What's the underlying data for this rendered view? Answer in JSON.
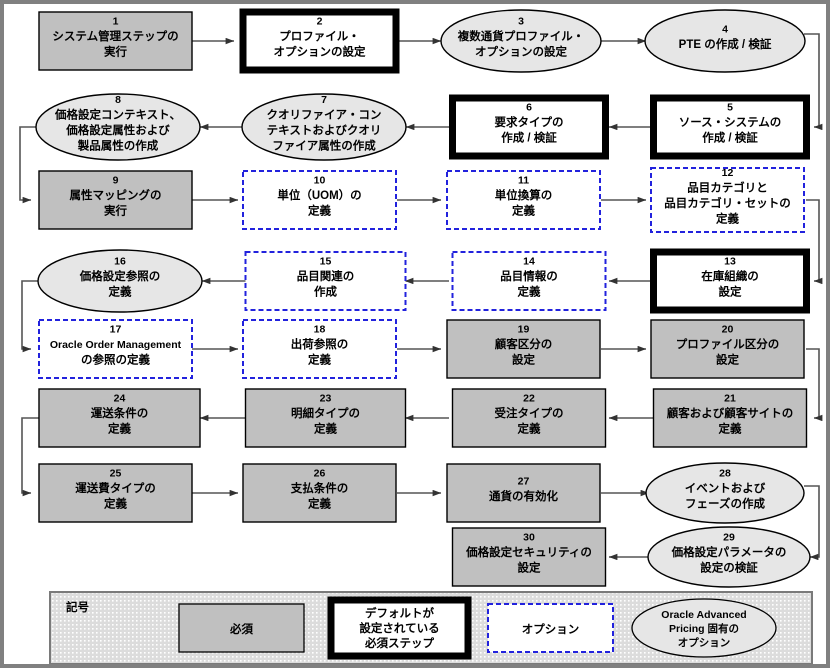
{
  "diagram": {
    "title_note": "Oracle Advanced Pricing setup steps flowchart",
    "nodes": [
      {
        "id": 1,
        "num": "1",
        "lines": [
          "システム管理ステップの",
          "実行"
        ],
        "shape": "rect",
        "style": "required"
      },
      {
        "id": 2,
        "num": "2",
        "lines": [
          "プロファイル・",
          "オプションの設定"
        ],
        "shape": "rect",
        "style": "default-required"
      },
      {
        "id": 3,
        "num": "3",
        "lines": [
          "複数通貨プロファイル・",
          "オプションの設定"
        ],
        "shape": "ellipse",
        "style": "pricing-option"
      },
      {
        "id": 4,
        "num": "4",
        "lines": [
          "PTE の作成 / 検証"
        ],
        "shape": "ellipse",
        "style": "pricing-option"
      },
      {
        "id": 5,
        "num": "5",
        "lines": [
          "ソース・システムの",
          "作成 / 検証"
        ],
        "shape": "rect",
        "style": "default-required"
      },
      {
        "id": 6,
        "num": "6",
        "lines": [
          "要求タイプの",
          "作成 / 検証"
        ],
        "shape": "rect",
        "style": "default-required"
      },
      {
        "id": 7,
        "num": "7",
        "lines": [
          "クオリファイア・コン",
          "テキストおよびクオリ",
          "ファイア属性の作成"
        ],
        "shape": "ellipse",
        "style": "pricing-option"
      },
      {
        "id": 8,
        "num": "8",
        "lines": [
          "価格設定コンテキスト、",
          "価格設定属性および",
          "製品属性の作成"
        ],
        "shape": "ellipse",
        "style": "pricing-option"
      },
      {
        "id": 9,
        "num": "9",
        "lines": [
          "属性マッピングの",
          "実行"
        ],
        "shape": "rect",
        "style": "required"
      },
      {
        "id": 10,
        "num": "10",
        "lines": [
          "単位（UOM）の",
          "定義"
        ],
        "shape": "rect",
        "style": "option"
      },
      {
        "id": 11,
        "num": "11",
        "lines": [
          "単位換算の",
          "定義"
        ],
        "shape": "rect",
        "style": "option"
      },
      {
        "id": 12,
        "num": "12",
        "lines": [
          "品目カテゴリと",
          "品目カテゴリ・セットの",
          "定義"
        ],
        "shape": "rect",
        "style": "option"
      },
      {
        "id": 13,
        "num": "13",
        "lines": [
          "在庫組織の",
          "設定"
        ],
        "shape": "rect",
        "style": "default-required"
      },
      {
        "id": 14,
        "num": "14",
        "lines": [
          "品目情報の",
          "定義"
        ],
        "shape": "rect",
        "style": "option"
      },
      {
        "id": 15,
        "num": "15",
        "lines": [
          "品目関連の",
          "作成"
        ],
        "shape": "rect",
        "style": "option"
      },
      {
        "id": 16,
        "num": "16",
        "lines": [
          "価格設定参照の",
          "定義"
        ],
        "shape": "ellipse",
        "style": "pricing-option"
      },
      {
        "id": 17,
        "num": "17",
        "lines": [
          "Oracle Order Management",
          "の参照の定義"
        ],
        "shape": "rect",
        "style": "option"
      },
      {
        "id": 18,
        "num": "18",
        "lines": [
          "出荷参照の",
          "定義"
        ],
        "shape": "rect",
        "style": "option"
      },
      {
        "id": 19,
        "num": "19",
        "lines": [
          "顧客区分の",
          "設定"
        ],
        "shape": "rect",
        "style": "required"
      },
      {
        "id": 20,
        "num": "20",
        "lines": [
          "プロファイル区分の",
          "設定"
        ],
        "shape": "rect",
        "style": "required"
      },
      {
        "id": 21,
        "num": "21",
        "lines": [
          "顧客および顧客サイトの",
          "定義"
        ],
        "shape": "rect",
        "style": "required"
      },
      {
        "id": 22,
        "num": "22",
        "lines": [
          "受注タイプの",
          "定義"
        ],
        "shape": "rect",
        "style": "required"
      },
      {
        "id": 23,
        "num": "23",
        "lines": [
          "明細タイプの",
          "定義"
        ],
        "shape": "rect",
        "style": "required"
      },
      {
        "id": 24,
        "num": "24",
        "lines": [
          "運送条件の",
          "定義"
        ],
        "shape": "rect",
        "style": "required"
      },
      {
        "id": 25,
        "num": "25",
        "lines": [
          "運送費タイプの",
          "定義"
        ],
        "shape": "rect",
        "style": "required"
      },
      {
        "id": 26,
        "num": "26",
        "lines": [
          "支払条件の",
          "定義"
        ],
        "shape": "rect",
        "style": "required"
      },
      {
        "id": 27,
        "num": "27",
        "lines": [
          "通貨の有効化"
        ],
        "shape": "rect",
        "style": "required"
      },
      {
        "id": 28,
        "num": "28",
        "lines": [
          "イベントおよび",
          "フェーズの作成"
        ],
        "shape": "ellipse",
        "style": "pricing-option"
      },
      {
        "id": 29,
        "num": "29",
        "lines": [
          "価格設定パラメータの",
          "設定の検証"
        ],
        "shape": "ellipse",
        "style": "pricing-option"
      },
      {
        "id": 30,
        "num": "30",
        "lines": [
          "価格設定セキュリティの",
          "設定"
        ],
        "shape": "rect",
        "style": "required"
      }
    ],
    "flow_order": "1→2→3→4→5→6→7→8→9→10→11→12→13→14→15→16→17→18→19→20→21→22→23→24→25→26→27→28→29→30"
  },
  "legend": {
    "title": "記号",
    "items": [
      {
        "key": "required",
        "label_lines": [
          "必須"
        ]
      },
      {
        "key": "default-required",
        "label_lines": [
          "デフォルトが",
          "設定されている",
          "必須ステップ"
        ]
      },
      {
        "key": "option",
        "label_lines": [
          "オプション"
        ]
      },
      {
        "key": "pricing-option",
        "label_lines": [
          "Oracle Advanced",
          "Pricing 固有の",
          "オプション"
        ]
      }
    ]
  },
  "colors": {
    "page_border": "#808080",
    "required_fill": "#c0c0c0",
    "ellipse_fill": "#e6e6e6",
    "option_border": "#2222dd",
    "default_border": "#000000",
    "connector": "#555555",
    "legend_bg": "#dcdcdc"
  }
}
